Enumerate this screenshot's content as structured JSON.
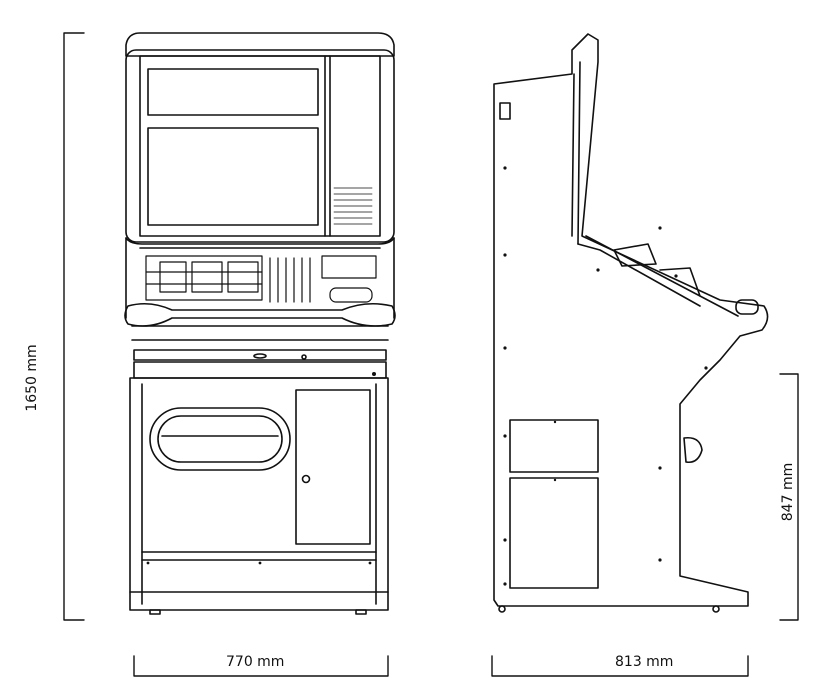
{
  "dimensions": {
    "height_label": "1650 mm",
    "width_label": "770 mm",
    "depth_label": "813 mm",
    "lower_height_label": "847 mm"
  }
}
